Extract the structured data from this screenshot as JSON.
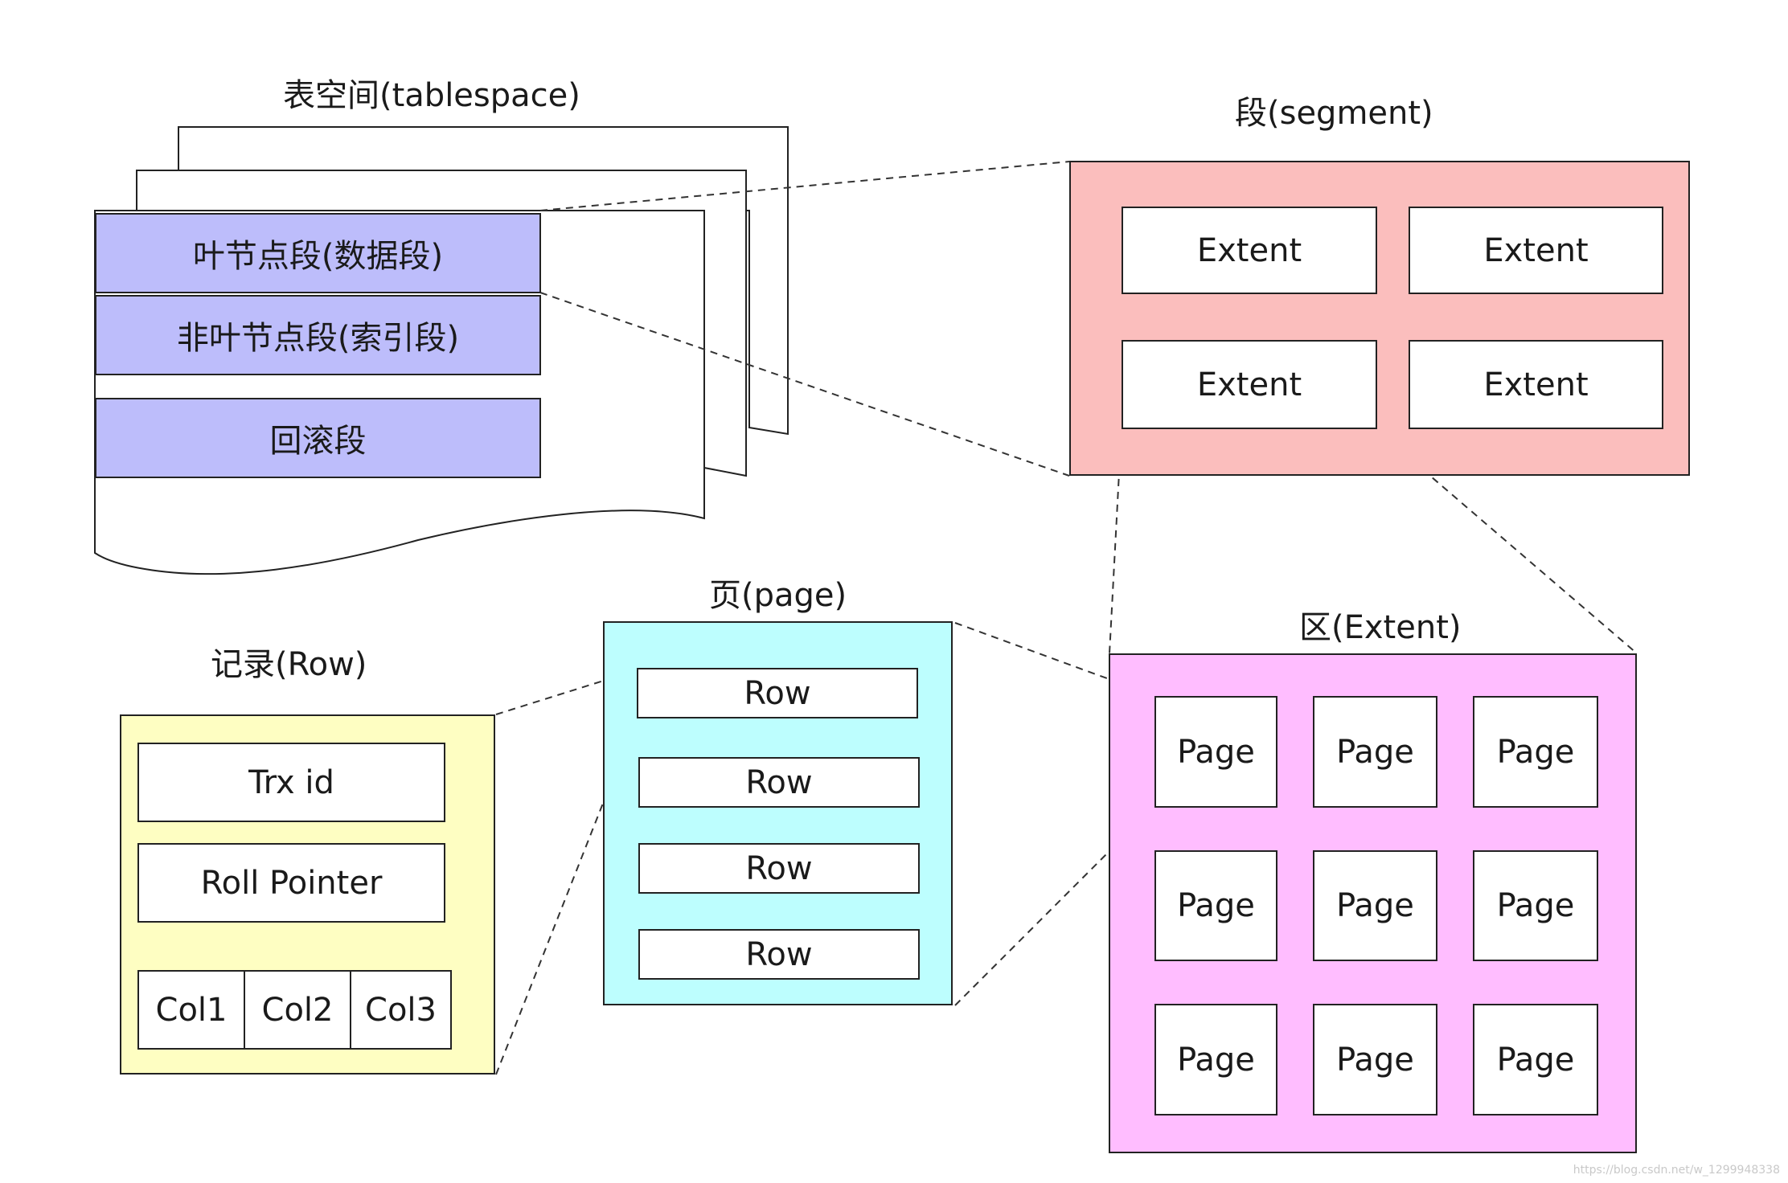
{
  "tablespace": {
    "title": "表空间(tablespace)",
    "segments": [
      "叶节点段(数据段)",
      "非叶节点段(索引段)",
      "回滚段"
    ]
  },
  "segment": {
    "title": "段(segment)",
    "extents": [
      "Extent",
      "Extent",
      "Extent",
      "Extent"
    ]
  },
  "extent": {
    "title": "区(Extent)",
    "pages": [
      "Page",
      "Page",
      "Page",
      "Page",
      "Page",
      "Page",
      "Page",
      "Page",
      "Page"
    ]
  },
  "page": {
    "title": "页(page)",
    "rows": [
      "Row",
      "Row",
      "Row",
      "Row"
    ]
  },
  "row": {
    "title": "记录(Row)",
    "trx_id": "Trx id",
    "roll_pointer": "Roll Pointer",
    "cols": [
      "Col1",
      "Col2",
      "Col3"
    ]
  },
  "colors": {
    "tablespace_segment_fill": "#bdbdfb",
    "segment_fill": "#fbbebd",
    "extent_fill": "#ffbdff",
    "page_fill": "#bdfefe",
    "row_fill": "#fefec2"
  },
  "watermark": "https://blog.csdn.net/w_1299948338"
}
